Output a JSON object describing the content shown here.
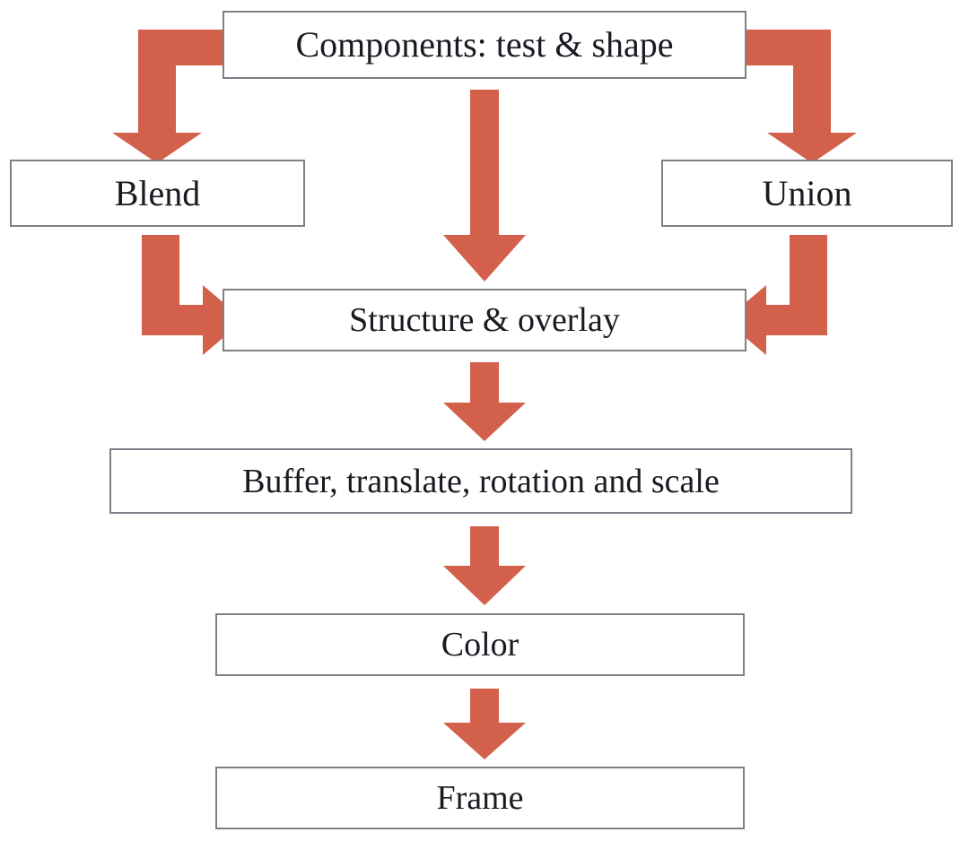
{
  "diagram": {
    "title": "Map composition pipeline flowchart",
    "accent_color": "#D2604A",
    "box_border_color": "#7f7f8a",
    "box_fill_color": "#FFFFFF",
    "text_color": "#1a1a22",
    "background_color": "#FFFFFF"
  },
  "nodes": [
    {
      "id": "components",
      "label": "Components: test & shape"
    },
    {
      "id": "blend",
      "label": "Blend"
    },
    {
      "id": "union",
      "label": "Union"
    },
    {
      "id": "structure",
      "label": "Structure & overlay"
    },
    {
      "id": "buffer",
      "label": "Buffer, translate, rotation and scale"
    },
    {
      "id": "color",
      "label": "Color"
    },
    {
      "id": "frame",
      "label": "Frame"
    }
  ],
  "edges": [
    {
      "id": "components-to-blend",
      "from": "components",
      "to": "blend",
      "shape": "elbow-left-down",
      "direction": "down"
    },
    {
      "id": "components-to-union",
      "from": "components",
      "to": "union",
      "shape": "elbow-right-down",
      "direction": "down"
    },
    {
      "id": "components-to-structure",
      "from": "components",
      "to": "structure",
      "shape": "straight",
      "direction": "down"
    },
    {
      "id": "blend-to-structure",
      "from": "blend",
      "to": "structure",
      "shape": "elbow-down-right",
      "direction": "right"
    },
    {
      "id": "union-to-structure",
      "from": "union",
      "to": "structure",
      "shape": "elbow-down-left",
      "direction": "left"
    },
    {
      "id": "structure-to-buffer",
      "from": "structure",
      "to": "buffer",
      "shape": "straight",
      "direction": "down"
    },
    {
      "id": "buffer-to-color",
      "from": "buffer",
      "to": "color",
      "shape": "straight",
      "direction": "down"
    },
    {
      "id": "color-to-frame",
      "from": "color",
      "to": "frame",
      "shape": "straight",
      "direction": "down"
    }
  ]
}
